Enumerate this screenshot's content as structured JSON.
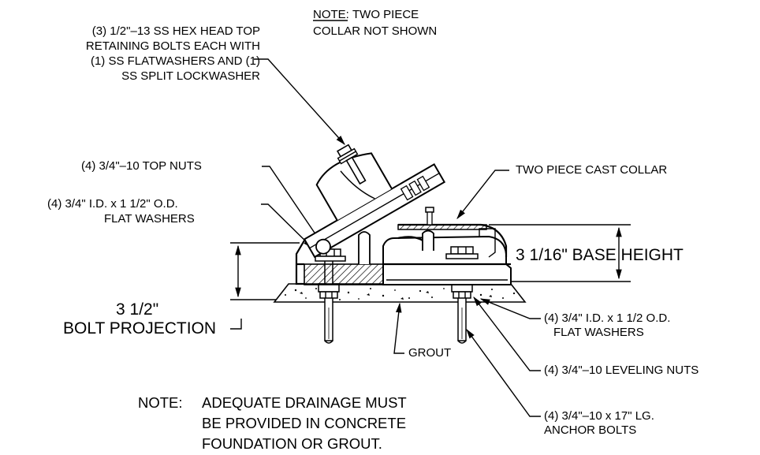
{
  "notes": {
    "top_prefix": "NOTE:",
    "top_line1_rest": "TWO PIECE",
    "top_line2": "COLLAR NOT SHOWN",
    "bottom_prefix": "NOTE:",
    "bottom_line1": "ADEQUATE DRAINAGE MUST",
    "bottom_line2": "BE PROVIDED IN CONCRETE",
    "bottom_line3": "FOUNDATION OR GROUT."
  },
  "callouts": {
    "retaining_bolts": [
      "(3) 1/2\"–13 SS HEX HEAD  TOP",
      "RETAINING BOLTS EACH WITH",
      "(1) SS FLATWASHERS AND (1)",
      "SS SPLIT LOCKWASHER"
    ],
    "top_nuts": "(4) 3/4\"–10 TOP NUTS",
    "flat_washers_top": [
      "(4) 3/4\" I.D. x 1 1/2\" O.D.",
      "FLAT WASHERS"
    ],
    "cast_collar": "TWO PIECE CAST COLLAR",
    "flat_washers_bottom": [
      "(4) 3/4\" I.D. x 1 1/2 O.D.",
      "FLAT WASHERS"
    ],
    "grout": "GROUT",
    "leveling_nuts": "(4) 3/4\"–10 LEVELING NUTS",
    "anchor_bolts": [
      "(4) 3/4\"–10 x 17\" LG.",
      "ANCHOR BOLTS"
    ]
  },
  "dimensions": {
    "base_height": "3 1/16\"  BASE HEIGHT",
    "bolt_projection_value": "3 1/2\"",
    "bolt_projection_label": "BOLT PROJECTION"
  }
}
